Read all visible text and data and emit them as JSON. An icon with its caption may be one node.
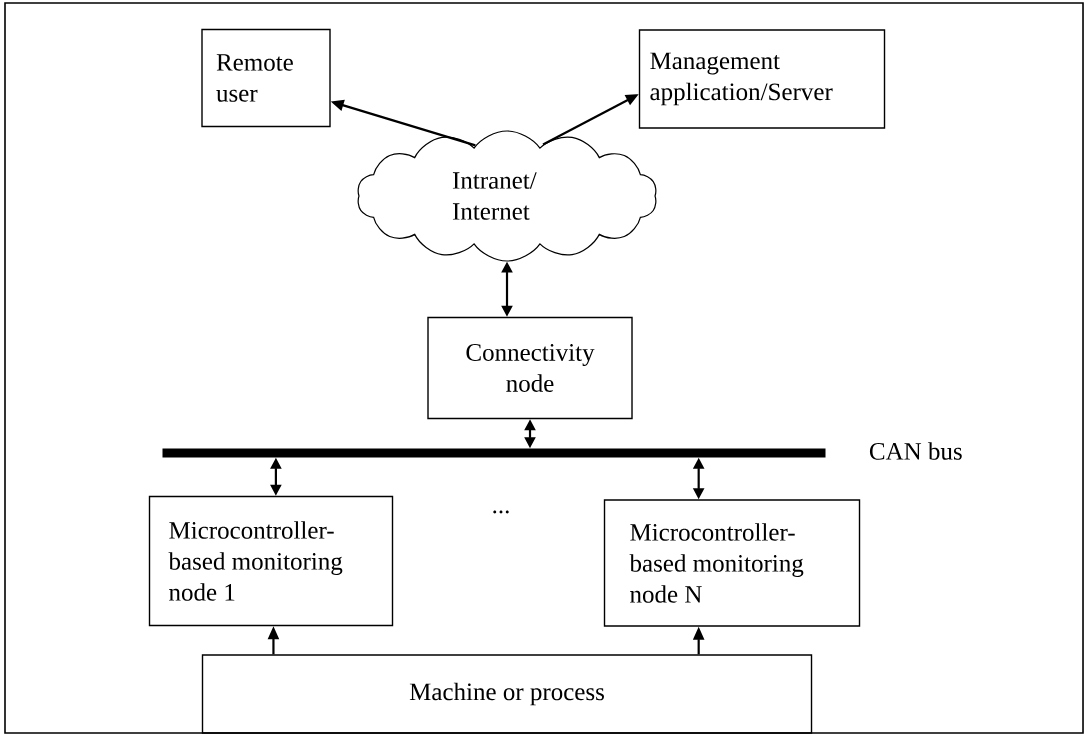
{
  "diagram": {
    "nodes": [
      {
        "text": [
          "Remote user"
        ]
      },
      {
        "text": [
          "Management application/Server"
        ]
      },
      {
        "text": [
          "Intranet/ Internet"
        ]
      },
      {
        "text": [
          "Connectivity node"
        ]
      },
      {
        "text": [],
        "shape": "bar",
        "beside": [
          "CAN bus"
        ]
      },
      {
        "text": [
          "Microcontroller-based monitoring node 1"
        ]
      },
      {
        "text": [
          "Microcontroller-based monitoring node N"
        ]
      },
      {
        "text": [
          "Machine or process"
        ]
      }
    ],
    "edges": [
      {
        "from": 2,
        "to": 0,
        "arrow": "to"
      },
      {
        "from": 2,
        "to": 1,
        "arrow": "to"
      },
      {
        "from": 2,
        "to": 3,
        "arrow": "both"
      },
      {
        "from": 3,
        "to": 4,
        "arrow": "both"
      },
      {
        "from": 4,
        "to": 5,
        "arrow": "both"
      },
      {
        "from": 4,
        "to": 6,
        "arrow": "both"
      },
      {
        "from": 7,
        "to": 5,
        "arrow": "to"
      },
      {
        "from": 7,
        "to": 6,
        "arrow": "to"
      }
    ],
    "labels": [
      "..."
    ]
  }
}
